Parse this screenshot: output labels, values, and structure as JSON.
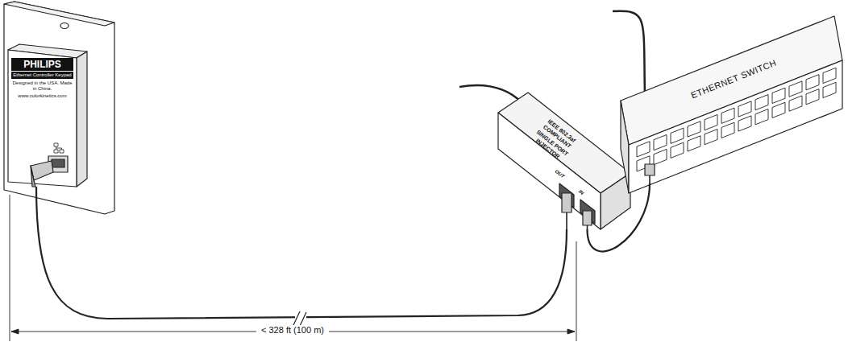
{
  "diagram": {
    "nodes": [
      {
        "text": [
          "PHILIPS",
          "Ethernet Controller Keypad",
          "Designed in the USA. Made in China.",
          "www.colorkinetics.com"
        ]
      },
      {
        "text": [
          "IEEE 802.3af COMPLIANT SINGLE PORT INJECTOR",
          "OUT",
          "IN"
        ]
      },
      {
        "text": [
          "ETHERNET SWITCH"
        ]
      }
    ],
    "edges": [
      {
        "from": 0,
        "to": 1,
        "arrow": "none"
      },
      {
        "from": 1,
        "to": 2,
        "arrow": "none"
      }
    ],
    "labels": [
      "< 328 ft (100 m)"
    ]
  }
}
